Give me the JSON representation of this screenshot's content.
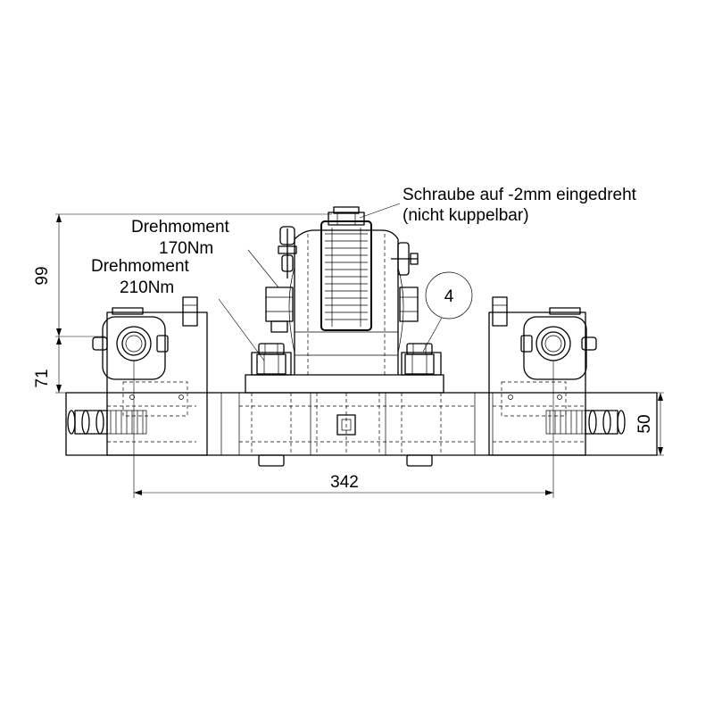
{
  "annotations": {
    "screw_note_line1": "Schraube auf -2mm eingedreht",
    "screw_note_line2": "(nicht kuppelbar)",
    "torque1_line1": "Drehmoment",
    "torque1_line2": "170Nm",
    "torque2_line1": "Drehmoment",
    "torque2_line2": "210Nm",
    "balloon": "4"
  },
  "dimensions": {
    "height_upper": "99",
    "height_lower": "71",
    "width": "342",
    "bar_height": "50"
  }
}
